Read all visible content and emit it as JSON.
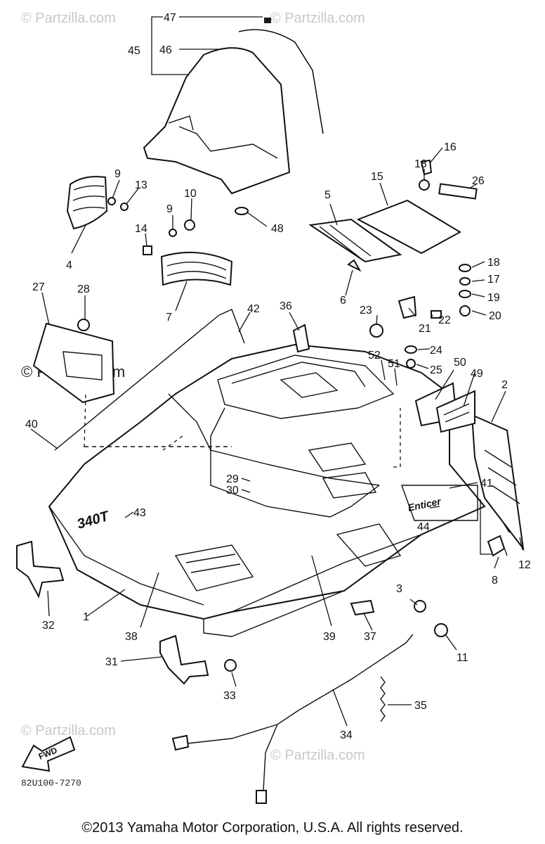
{
  "watermark": {
    "faint": "© Partzilla.com",
    "dark": "© Partzilla.com"
  },
  "drawing_code": "82U100-7270",
  "copyright": "©2013 Yamaha Motor Corporation, U.S.A. All rights reserved.",
  "decals": {
    "model_badge": "340T",
    "name_badge": "Enticer",
    "fwd_arrow": "FWD"
  },
  "callouts": {
    "n1": "1",
    "n2": "2",
    "n3": "3",
    "n4": "4",
    "n5": "5",
    "n6": "6",
    "n7": "7",
    "n8": "8",
    "n9a": "9",
    "n9b": "9",
    "n10": "10",
    "n11": "11",
    "n12": "12",
    "n13": "13",
    "n14": "14",
    "n15": "15",
    "n16": "16",
    "n17": "17",
    "n18a": "18",
    "n18b": "18",
    "n19": "19",
    "n20": "20",
    "n21": "21",
    "n22": "22",
    "n23": "23",
    "n24": "24",
    "n25": "25",
    "n26": "26",
    "n27": "27",
    "n28": "28",
    "n29": "29",
    "n30": "30",
    "n31": "31",
    "n32": "32",
    "n33": "33",
    "n34": "34",
    "n35": "35",
    "n36": "36",
    "n37": "37",
    "n38": "38",
    "n39": "39",
    "n40": "40",
    "n41": "41",
    "n42": "42",
    "n43": "43",
    "n44": "44",
    "n45": "45",
    "n46": "46",
    "n47": "47",
    "n48": "48",
    "n49": "49",
    "n50": "50",
    "n51": "51",
    "n52": "52"
  }
}
